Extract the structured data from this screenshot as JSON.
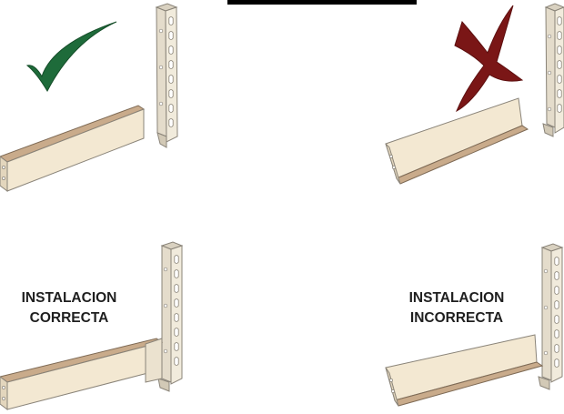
{
  "captions": {
    "correct": {
      "line1": "INSTALACION",
      "line2": "CORRECTA"
    },
    "incorrect": {
      "line1": "INSTALACION",
      "line2": "INCORRECTA"
    }
  },
  "icons": {
    "correct_mark": "checkmark-icon",
    "incorrect_mark": "cross-icon"
  },
  "colors": {
    "check": "#1e6b3a",
    "cross": "#7a1616",
    "beam_face": "#f3e8d2",
    "beam_top": "#c9ab8b",
    "upright": "#ece6d6",
    "outline": "#8a8479"
  }
}
